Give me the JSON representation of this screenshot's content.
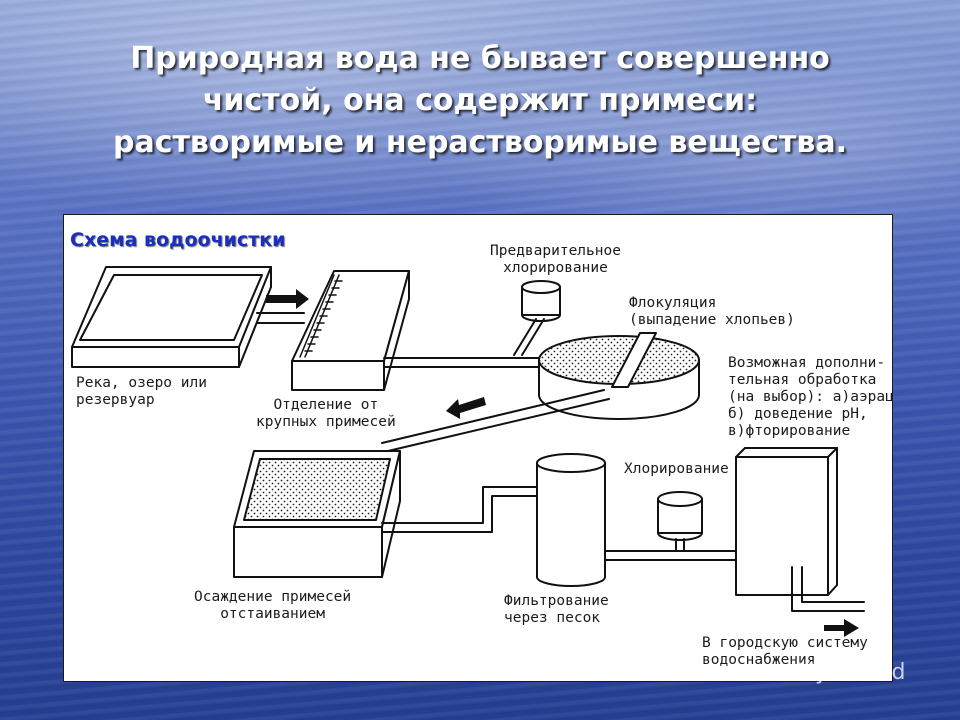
{
  "slide": {
    "title_lines": [
      "Природная вода не бывает совершенно",
      "чистой, она содержит примеси:",
      "растворимые и нерастворимые вещества."
    ]
  },
  "scheme": {
    "title": "Схема водоочистки",
    "labels": {
      "river": [
        "Река, озеро или",
        "резервуар"
      ],
      "coarse": [
        "Отделение от",
        "крупных примесей"
      ],
      "prechlor": [
        "Предварительное",
        "хлорирование"
      ],
      "flocculation": [
        "Флокуляция",
        "(выпадение хлопьев)"
      ],
      "extra": [
        "Возможная дополни-",
        "тельная обработка",
        "(на выбор): а)аэрация,",
        "б) доведение pH,",
        "в)фторирование"
      ],
      "chlor": [
        "Хлорирование"
      ],
      "settling": [
        "Осаждение примесей",
        "отстаиванием"
      ],
      "filter": [
        "Фильтрование",
        "через песок"
      ],
      "city": [
        "В городскую систему",
        "водоснабжения"
      ]
    }
  },
  "watermark": {
    "text": "MyShared",
    "icon": "myshared-logo-icon"
  }
}
